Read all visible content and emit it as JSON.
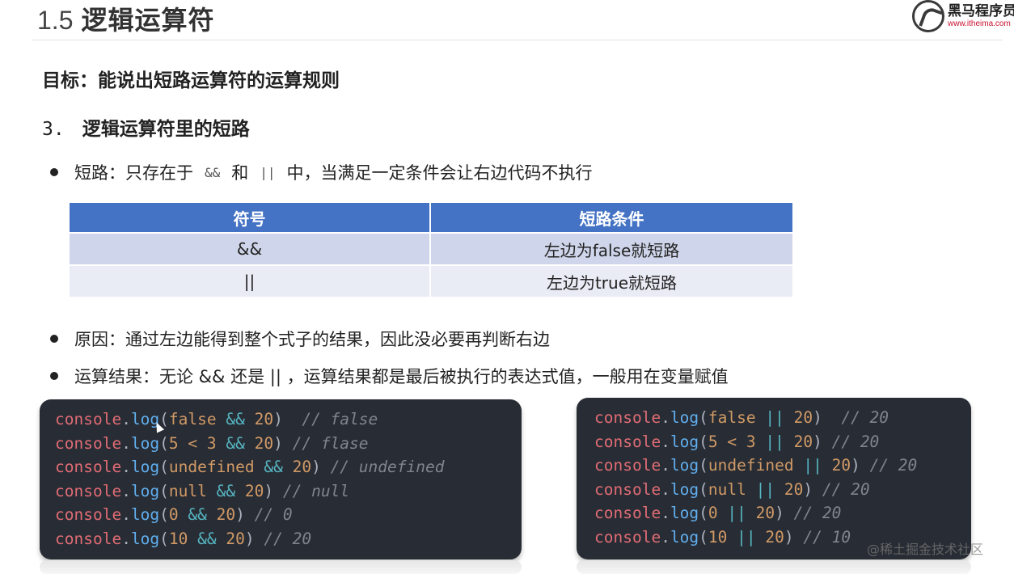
{
  "header": {
    "number": "1.5",
    "title": "逻辑运算符",
    "logo_cn": "黑马程序员",
    "logo_url": "www.itheima.com"
  },
  "goal": "目标：能说出短路运算符的运算规则",
  "section": {
    "number": "3.",
    "title": "逻辑运算符里的短路"
  },
  "bullet1": {
    "prefix": "短路：只存在于",
    "op_and": "&&",
    "joiner": "和",
    "op_or": "||",
    "suffix": "中，当满足一定条件会让右边代码不执行"
  },
  "table": {
    "headers": [
      "符号",
      "短路条件"
    ],
    "rows": [
      [
        "&&",
        "左边为false就短路"
      ],
      [
        "||",
        "左边为true就短路"
      ]
    ]
  },
  "bullet2": "原因：通过左边能得到整个式子的结果，因此没必要再判断右边",
  "bullet3": "运算结果：无论 && 还是 || ，运算结果都是最后被执行的表达式值，一般用在变量赋值",
  "code_left": [
    {
      "obj": "console",
      "fn": "log",
      "arg": "false",
      "op": "&&",
      "val": "20",
      "comment": "// false",
      "gap": "  "
    },
    {
      "obj": "console",
      "fn": "log",
      "arg": "5 < 3",
      "op": "&&",
      "val": "20",
      "comment": "// flase",
      "gap": " "
    },
    {
      "obj": "console",
      "fn": "log",
      "arg": "undefined",
      "op": "&&",
      "val": "20",
      "comment": "// undefined",
      "gap": " "
    },
    {
      "obj": "console",
      "fn": "log",
      "arg": "null",
      "op": "&&",
      "val": "20",
      "comment": "// null",
      "gap": " "
    },
    {
      "obj": "console",
      "fn": "log",
      "arg": "0",
      "op": "&&",
      "val": "20",
      "comment": "// 0",
      "gap": " "
    },
    {
      "obj": "console",
      "fn": "log",
      "arg": "10",
      "op": "&&",
      "val": "20",
      "comment": "// 20",
      "gap": " "
    }
  ],
  "code_right": [
    {
      "obj": "console",
      "fn": "log",
      "arg": "false",
      "op": "||",
      "val": "20",
      "comment": "// 20",
      "gap": "  "
    },
    {
      "obj": "console",
      "fn": "log",
      "arg": "5 < 3",
      "op": "||",
      "val": "20",
      "comment": "// 20",
      "gap": " "
    },
    {
      "obj": "console",
      "fn": "log",
      "arg": "undefined",
      "op": "||",
      "val": "20",
      "comment": "// 20",
      "gap": " "
    },
    {
      "obj": "console",
      "fn": "log",
      "arg": "null",
      "op": "||",
      "val": "20",
      "comment": "// 20",
      "gap": " "
    },
    {
      "obj": "console",
      "fn": "log",
      "arg": "0",
      "op": "||",
      "val": "20",
      "comment": "// 20",
      "gap": " "
    },
    {
      "obj": "console",
      "fn": "log",
      "arg": "10",
      "op": "||",
      "val": "20",
      "comment": "// 10",
      "gap": " "
    }
  ],
  "watermark": "@稀土掘金技术社区",
  "colors": {
    "table_header": "#4472c4",
    "table_row_1": "#cfd5ea",
    "table_row_2": "#e9ebf5",
    "code_bg": "#282c34"
  }
}
